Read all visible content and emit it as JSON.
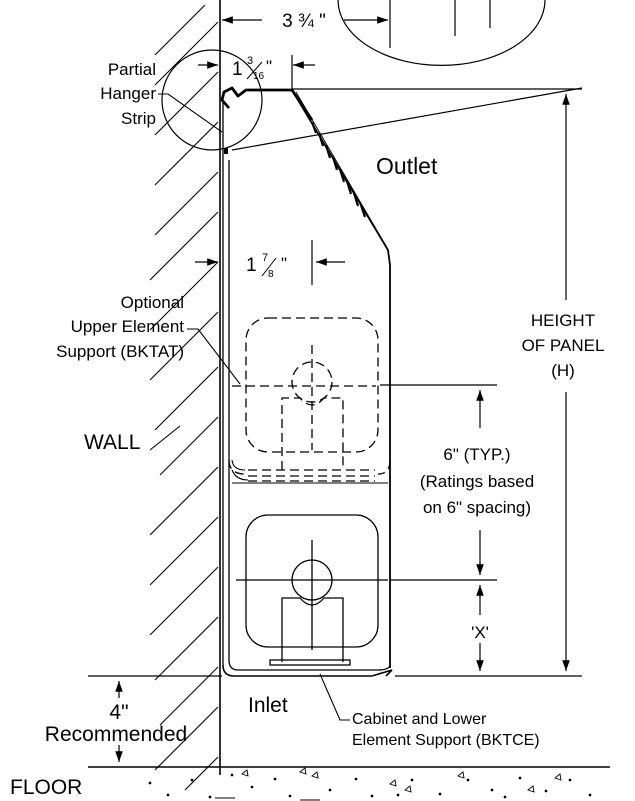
{
  "labels": {
    "dim_top": "3 ¾ \"",
    "partial_hanger_1": "Partial",
    "partial_hanger_2": "Hanger",
    "partial_hanger_3": "Strip",
    "dim_hanger_whole": "1",
    "dim_hanger_num": "3",
    "dim_hanger_den": "16",
    "outlet": "Outlet",
    "dim_mid_whole": "1",
    "dim_mid_num": "7",
    "dim_mid_den": "8",
    "optional_1": "Optional",
    "optional_2": "Upper Element",
    "optional_3": "Support (BKTAT)",
    "height_1": "HEIGHT",
    "height_2": "OF PANEL",
    "height_3": "(H)",
    "wall": "WALL",
    "typ_1": "6\" (TYP.)",
    "typ_2": "(Ratings based",
    "typ_3": "on 6\" spacing)",
    "x_dim": "'X'",
    "rec_1": "4\"",
    "rec_2": "Recommended",
    "inlet": "Inlet",
    "cabinet_1": "Cabinet and Lower",
    "cabinet_2": "Element Support (BKTCE)",
    "floor": "FLOOR"
  }
}
